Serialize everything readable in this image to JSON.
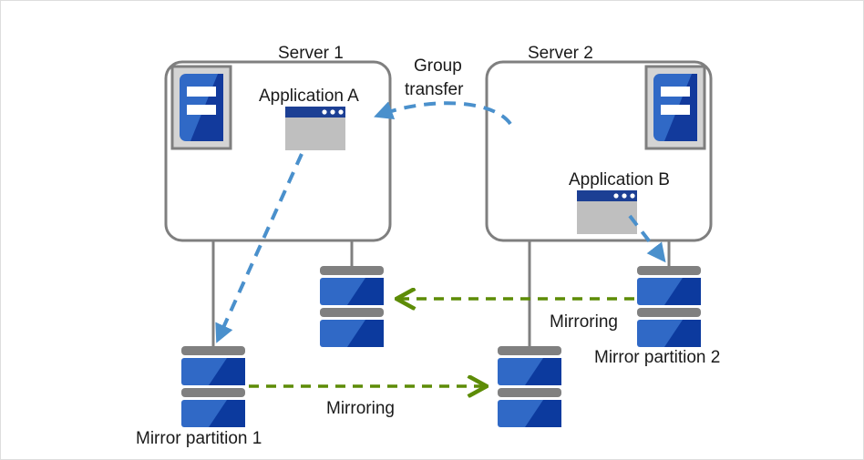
{
  "diagram": {
    "title": "Mirror partition group transfer diagram",
    "background_color": "#ffffff",
    "frame_border_color": "#dddddd",
    "palette": {
      "server_box_border": "#7f7f7f",
      "connector_line": "#808080",
      "disk_bar_gray": "#808080",
      "disk_blue_light": "#3069c6",
      "disk_blue_dark": "#0c3a9e",
      "server_icon_bg": "#d4d4d4",
      "server_icon_border": "#7f7f7f",
      "server_icon_blue_light": "#3069c6",
      "server_icon_blue_dark": "#123a9c",
      "app_window_titlebar": "#1c3f94",
      "app_window_body": "#bfbfbf",
      "blue_dashed_arrow": "#4a90cc",
      "green_dashed_arrow": "#5d8c06",
      "text_color": "#1a1a1a"
    },
    "nodes": {
      "server1": {
        "label": "Server 1",
        "icon": "server-tower-icon",
        "app": {
          "label": "Application  A",
          "icon": "app-window-icon"
        }
      },
      "server2": {
        "label": "Server 2",
        "icon": "server-tower-icon",
        "app": {
          "label": "Application  B",
          "icon": "app-window-icon"
        }
      },
      "disk_mirror_partition_1": {
        "label": "Mirror partition 1",
        "icon": "disk-stack-icon",
        "segments": 2
      },
      "disk_mirror_partition_2": {
        "label": "Mirror partition 2",
        "icon": "disk-stack-icon",
        "segments": 2
      },
      "disk_server1_secondary": {
        "label": "",
        "icon": "disk-stack-icon",
        "segments": 2
      },
      "disk_server2_secondary": {
        "label": "",
        "icon": "disk-stack-icon",
        "segments": 2
      }
    },
    "edges": {
      "group_transfer": {
        "label_line1": "Group",
        "label_line2": "transfer",
        "style": "dashed-curve",
        "color": "#4a90cc",
        "direction": "server2-to-server1"
      },
      "mirroring_bottom": {
        "label": "Mirroring",
        "style": "dashed-arrow",
        "color": "#5d8c06",
        "direction": "left-to-right"
      },
      "mirroring_top": {
        "label": "Mirroring",
        "style": "dashed-arrow",
        "color": "#5d8c06",
        "direction": "right-to-left"
      },
      "app_a_to_disk": {
        "style": "dashed-arrow",
        "color": "#4a90cc",
        "direction": "app-a-to-mirror-partition-1"
      },
      "app_b_to_disk": {
        "style": "dashed-arrow",
        "color": "#4a90cc",
        "direction": "app-b-to-mirror-partition-2"
      }
    }
  }
}
